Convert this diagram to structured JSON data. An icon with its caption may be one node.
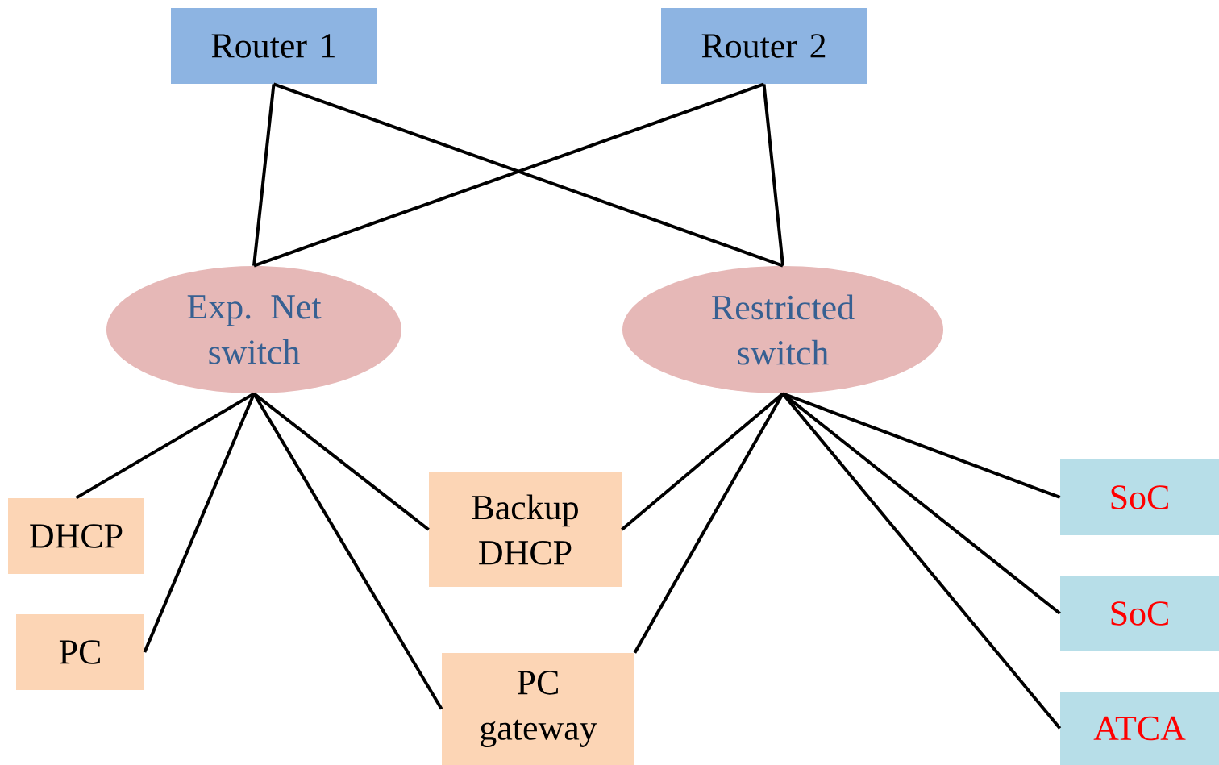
{
  "diagram": {
    "nodes": [
      {
        "text": [
          "Router 1"
        ]
      },
      {
        "text": [
          "Router 2"
        ]
      },
      {
        "text": [
          "Exp. Net switch"
        ]
      },
      {
        "text": [
          "Restricted switch"
        ]
      },
      {
        "text": [
          "DHCP"
        ]
      },
      {
        "text": [
          "PC"
        ]
      },
      {
        "text": [
          "Backup DHCP"
        ]
      },
      {
        "text": [
          "PC gateway"
        ]
      },
      {
        "text": [
          "SoC"
        ]
      },
      {
        "text": [
          "SoC"
        ]
      },
      {
        "text": [
          "ATCA"
        ]
      }
    ],
    "edges": [
      {
        "from": 0,
        "to": 2,
        "arrow": "none"
      },
      {
        "from": 0,
        "to": 3,
        "arrow": "none"
      },
      {
        "from": 1,
        "to": 2,
        "arrow": "none"
      },
      {
        "from": 1,
        "to": 3,
        "arrow": "none"
      },
      {
        "from": 2,
        "to": 4,
        "arrow": "none"
      },
      {
        "from": 2,
        "to": 5,
        "arrow": "none"
      },
      {
        "from": 2,
        "to": 6,
        "arrow": "none"
      },
      {
        "from": 2,
        "to": 7,
        "arrow": "none"
      },
      {
        "from": 3,
        "to": 6,
        "arrow": "none"
      },
      {
        "from": 3,
        "to": 7,
        "arrow": "none"
      },
      {
        "from": 3,
        "to": 8,
        "arrow": "none"
      },
      {
        "from": 3,
        "to": 9,
        "arrow": "none"
      },
      {
        "from": 3,
        "to": 10,
        "arrow": "none"
      }
    ]
  }
}
